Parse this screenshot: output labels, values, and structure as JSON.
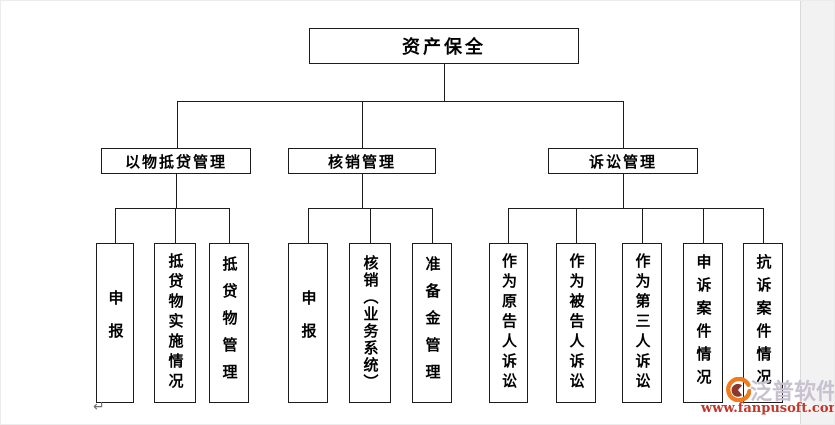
{
  "page": {
    "return_mark": "↵"
  },
  "chart": {
    "root": {
      "label": "资产保全"
    },
    "branches": [
      {
        "label": "以物抵贷管理",
        "children": [
          {
            "label": "申报"
          },
          {
            "label": "抵贷物实施情况"
          },
          {
            "label": "抵贷物管理"
          }
        ]
      },
      {
        "label": "核销管理",
        "children": [
          {
            "label": "申报"
          },
          {
            "label": "核销（业务系统）"
          },
          {
            "label": "准备金管理"
          }
        ]
      },
      {
        "label": "诉讼管理",
        "children": [
          {
            "label": "作为原告人诉讼"
          },
          {
            "label": "作为被告人诉讼"
          },
          {
            "label": "作为第三人诉讼"
          },
          {
            "label": "申诉案件情况"
          },
          {
            "label": "抗诉案件情况"
          }
        ]
      }
    ]
  },
  "watermark": {
    "brand": "泛普软件",
    "url": "www.fanpusoft.com",
    "colors": {
      "brand_text": "#c8c2d0",
      "url_text": "#c4352a",
      "logo_orange": "#ee7c1e",
      "logo_dark": "#8e372c",
      "line": "#1c1c1c",
      "margin_strip": "#f2f2f2"
    }
  }
}
